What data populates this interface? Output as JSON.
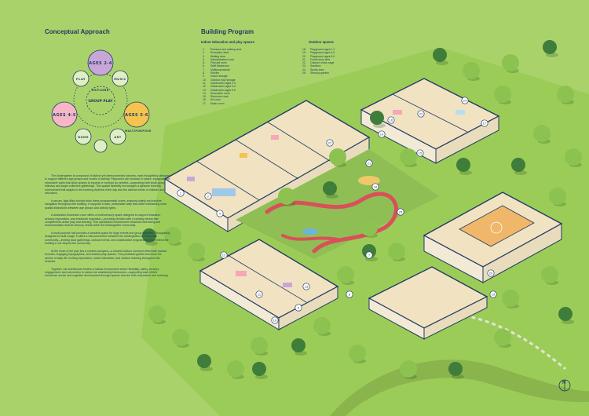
{
  "conceptual": {
    "title": "Conceptual Approach",
    "cycle": {
      "groups": [
        "AGES 2-4",
        "AGES 4-5",
        "AGES 5-6"
      ],
      "activities": [
        "PLAY",
        "EXPLORE",
        "MUSIC",
        "ART",
        "MULTIPURPOSE",
        "HOME"
      ],
      "center": "GROUP PLAY"
    },
    "paragraphs": [
      "The kindergarten is composed of distinct yet interconnected volumes, each thoughtfully designed to support different age groups and modes of activity. Playrooms are modular in nature, equipped with retractable walls that allow spaces to expand or contract as needed—supporting both small-group intimacy and larger collective gatherings. This spatial flexibility encourages a dynamic learning environment that adapts to the evolving rhythms of the day and the diverse needs of children and educators.",
      "A secure, light-filled corridor links these programmatic zones, ensuring safety and intuitive navigation throughout the building. It supports a calm, predictable daily flow while maintaining clear spatial distinctions between age groups and activity types.",
      "A dedicated Snoezelen room offers a multi-sensory space designed to support relaxation, sensory exploration, and emotional regulation—providing children with a calming retreat that complements active play and learning. This specialized environment enhances well-being and accommodates diverse sensory needs within the kindergarten community.",
      "A multi-purpose hall provides a versatile space for large events and group activities. Thoughtfully designed for dual usage, it offers a vital connection between the kindergarten and the wider community—inviting local gatherings, cultural events, and collaborative programming that extend the building's role beyond the school day.",
      "At the heart of the plan lies a central courtyard—a shared outdoor commons filled with natural textures, engaging topographies, and shaded play spaces. This protected garden becomes the anchor of daily life, inviting exploration, social interaction, and outdoor learning throughout the seasons.",
      "Together, the architecture fosters a holistic environment where flexibility, safety, sensory engagement, and connection to nature are seamlessly interwoven—supporting each child's emotional, social, and cognitive development through spaces that are both responsive and nurturing."
    ]
  },
  "program": {
    "title": "Building Program",
    "indoor_title": "Indoor Education and play spaces",
    "outdoor_title": "Outdoor spaces",
    "indoor": [
      {
        "n": "1.",
        "label": "Entrance and waiting area"
      },
      {
        "n": "2.",
        "label": "Reception desk"
      },
      {
        "n": "3.",
        "label": "Waiting area"
      },
      {
        "n": "4.",
        "label": "Administration room"
      },
      {
        "n": "5.",
        "label": "First aid room"
      },
      {
        "n": "6.",
        "label": "Staff Washroom"
      },
      {
        "n": "7.",
        "label": "Multipurposehall"
      },
      {
        "n": "8.",
        "label": "Kitchen"
      },
      {
        "n": "9.",
        "label": "Indoor storage"
      },
      {
        "n": "10.",
        "label": "Outdoor play storage"
      },
      {
        "n": "11.",
        "label": "Classrooms ages 2-4"
      },
      {
        "n": "12.",
        "label": "Classrooms ages 4-5"
      },
      {
        "n": "13.",
        "label": "Classrooms ages 5-6"
      },
      {
        "n": "14.",
        "label": "Snoezelen room"
      },
      {
        "n": "15.",
        "label": "Resource room"
      },
      {
        "n": "16.",
        "label": "Art room"
      },
      {
        "n": "17.",
        "label": "Music room"
      }
    ],
    "outdoor": [
      {
        "n": "18.",
        "label": "Playground ages 2-4"
      },
      {
        "n": "19.",
        "label": "Playground ages 4-5"
      },
      {
        "n": "20.",
        "label": "Playground ages 5-6"
      },
      {
        "n": "21.",
        "label": "Forest story time"
      },
      {
        "n": "22.",
        "label": "Outdoor music cage"
      },
      {
        "n": "23.",
        "label": "Sandbox"
      },
      {
        "n": "24.",
        "label": "Sporty area"
      },
      {
        "n": "25.",
        "label": "Sensory garden"
      }
    ]
  },
  "plan": {
    "room_markers": [
      "1",
      "2",
      "4",
      "7",
      "8",
      "9",
      "10",
      "11",
      "12",
      "13",
      "14",
      "15",
      "16",
      "17",
      "18",
      "19",
      "20",
      "21",
      "22",
      "23",
      "24",
      "25"
    ],
    "north_label": "N"
  },
  "colors": {
    "background": "#a9d36a",
    "ink": "#1f3a64",
    "wall": "#f3ead6",
    "floor": "#f1e2c2",
    "tree_dark": "#3f7d3a",
    "tree_light": "#8cc24f",
    "track": "#d8505a",
    "courtyard": "#8fbe55"
  }
}
